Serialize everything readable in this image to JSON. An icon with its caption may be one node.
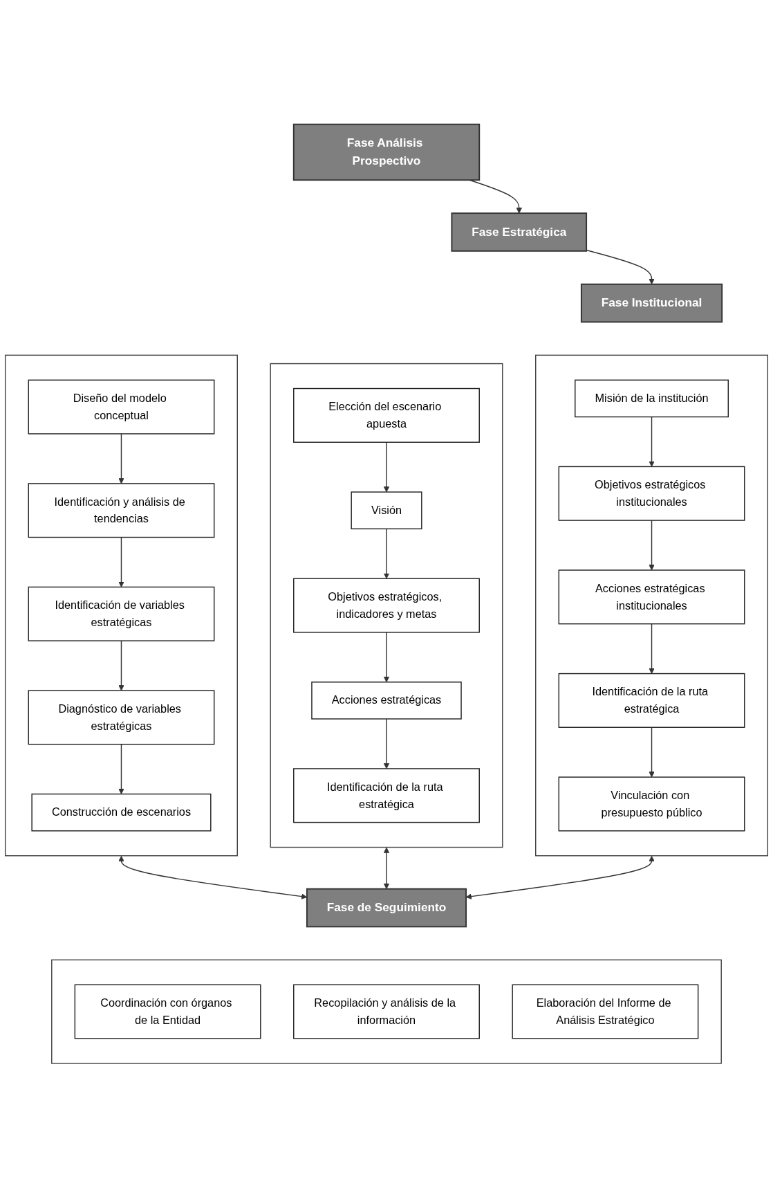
{
  "diagram": {
    "nodes": [
      {
        "text": [
          "Fase Análisis Prospectivo"
        ]
      },
      {
        "text": [],
        "shape": "box"
      },
      {
        "text": [
          "Diseño del modelo conceptual"
        ],
        "in": 1
      },
      {
        "text": [
          "Identificación y análisis de tendencias"
        ],
        "in": 1
      },
      {
        "text": [
          "Identificación de variables estratégicas"
        ],
        "in": 1
      },
      {
        "text": [
          "Diagnóstico de variables estratégicas"
        ],
        "in": 1
      },
      {
        "text": [
          "Construcción de escenarios"
        ],
        "in": 1
      },
      {
        "text": [
          "Fase Estratégica"
        ]
      },
      {
        "text": [],
        "shape": "box"
      },
      {
        "text": [
          "Elección del escenario apuesta"
        ],
        "in": 8
      },
      {
        "text": [
          "Visión"
        ],
        "in": 8
      },
      {
        "text": [
          "Objetivos estratégicos, indicadores y metas"
        ],
        "in": 8
      },
      {
        "text": [
          "Acciones estratégicas"
        ],
        "in": 8
      },
      {
        "text": [
          "Identificación de la ruta estratégica"
        ],
        "in": 8
      },
      {
        "text": [
          "Fase Institucional"
        ]
      },
      {
        "text": [],
        "shape": "box"
      },
      {
        "text": [
          "Misión de la institución"
        ],
        "in": 15
      },
      {
        "text": [
          "Objetivos estratégicos institucionales"
        ],
        "in": 15
      },
      {
        "text": [
          "Acciones estratégicas institucionales"
        ],
        "in": 15
      },
      {
        "text": [
          "Identificación de la ruta estratégica"
        ],
        "in": 15
      },
      {
        "text": [
          "Vinculación con presupuesto público"
        ],
        "in": 15
      },
      {
        "text": [
          "Fase de Seguimiento"
        ]
      },
      {
        "text": [],
        "shape": "box"
      },
      {
        "text": [
          "Coordinación con órganos de la Entidad"
        ],
        "in": 22
      },
      {
        "text": [
          "Recopilación y análisis de la información"
        ],
        "in": 22
      },
      {
        "text": [
          "Elaboración del Informe de Análisis Estratégico"
        ],
        "in": 22
      }
    ],
    "edges": [
      {
        "from": 0,
        "to": 7,
        "arrow": "to"
      },
      {
        "from": 7,
        "to": 14,
        "arrow": "to"
      },
      {
        "from": 2,
        "to": 3,
        "arrow": "to"
      },
      {
        "from": 3,
        "to": 4,
        "arrow": "to"
      },
      {
        "from": 4,
        "to": 5,
        "arrow": "to"
      },
      {
        "from": 5,
        "to": 6,
        "arrow": "to"
      },
      {
        "from": 9,
        "to": 10,
        "arrow": "to"
      },
      {
        "from": 10,
        "to": 11,
        "arrow": "to"
      },
      {
        "from": 11,
        "to": 12,
        "arrow": "to"
      },
      {
        "from": 12,
        "to": 13,
        "arrow": "to"
      },
      {
        "from": 16,
        "to": 17,
        "arrow": "to"
      },
      {
        "from": 17,
        "to": 18,
        "arrow": "to"
      },
      {
        "from": 18,
        "to": 19,
        "arrow": "to"
      },
      {
        "from": 19,
        "to": 20,
        "arrow": "to"
      },
      {
        "from": 1,
        "to": 21,
        "arrow": "both"
      },
      {
        "from": 8,
        "to": 21,
        "arrow": "both"
      },
      {
        "from": 15,
        "to": 21,
        "arrow": "both"
      }
    ]
  }
}
